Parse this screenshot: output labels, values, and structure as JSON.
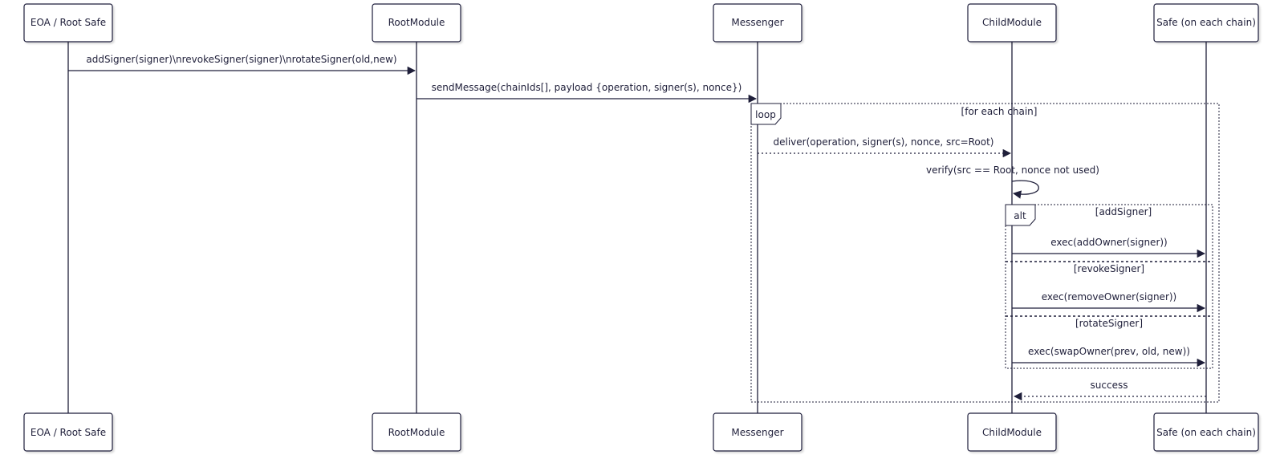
{
  "diagram": {
    "type": "sequence",
    "actors": [
      {
        "id": "eoa",
        "label": "EOA / Root Safe"
      },
      {
        "id": "root",
        "label": "RootModule"
      },
      {
        "id": "messenger",
        "label": "Messenger"
      },
      {
        "id": "child",
        "label": "ChildModule"
      },
      {
        "id": "safe",
        "label": "Safe (on each chain)"
      }
    ],
    "messages": [
      {
        "from": "eoa",
        "to": "root",
        "text": "addSigner(signer)\\nrevokeSigner(signer)\\nrotateSigner(old,new)",
        "style": "solid"
      },
      {
        "from": "root",
        "to": "messenger",
        "text": "sendMessage(chainIds[], payload {operation, signer(s), nonce})",
        "style": "solid"
      },
      {
        "from": "messenger",
        "to": "child",
        "text": "deliver(operation, signer(s), nonce, src=Root)",
        "style": "dotted"
      },
      {
        "from": "child",
        "to": "child",
        "text": "verify(src == Root, nonce not used)",
        "style": "self"
      },
      {
        "from": "child",
        "to": "safe",
        "text": "exec(addOwner(signer))",
        "style": "solid"
      },
      {
        "from": "child",
        "to": "safe",
        "text": "exec(removeOwner(signer))",
        "style": "solid"
      },
      {
        "from": "child",
        "to": "safe",
        "text": "exec(swapOwner(prev, old, new))",
        "style": "solid"
      },
      {
        "from": "safe",
        "to": "child",
        "text": "success",
        "style": "dotted"
      }
    ],
    "frames": {
      "loop": {
        "tag": "loop",
        "condition": "[for each chain]"
      },
      "alt": {
        "tag": "alt",
        "sections": [
          "[addSigner]",
          "[revokeSigner]",
          "[rotateSigner]"
        ]
      }
    }
  }
}
